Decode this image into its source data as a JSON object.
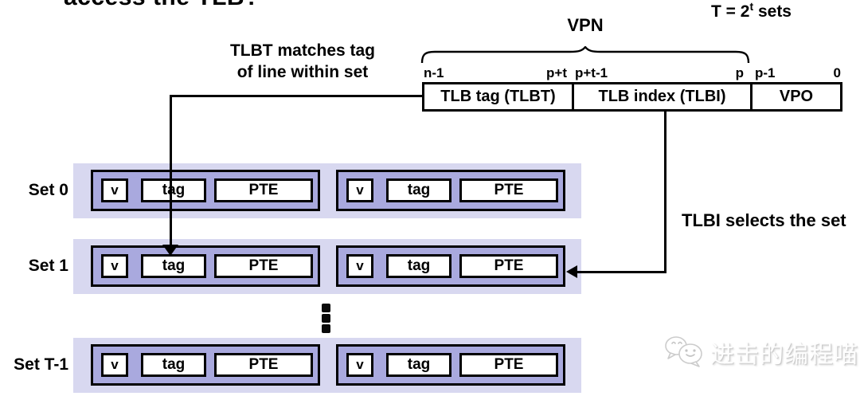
{
  "header": {
    "clipped_title": "access the TLB?",
    "sets_formula": {
      "prefix": "T = 2",
      "sup": "t",
      "suffix": " sets"
    }
  },
  "vpn": {
    "label": "VPN",
    "bit_labels": [
      "n-1",
      "p+t",
      "p+t-1",
      "p",
      "p-1",
      "0"
    ],
    "fields": [
      {
        "label": "TLB tag (TLBT)"
      },
      {
        "label": "TLB index (TLBI)"
      },
      {
        "label": "VPO"
      }
    ]
  },
  "annotations": {
    "tlbt_line1": "TLBT matches tag",
    "tlbt_line2": "of line within set",
    "tlbi": "TLBI selects the set"
  },
  "tlb": {
    "sets": [
      {
        "label": "Set 0"
      },
      {
        "label": "Set 1"
      },
      {
        "label": "Set T-1"
      }
    ],
    "entry": {
      "v": "v",
      "tag": "tag",
      "pte": "PTE"
    },
    "ellipsis": "vertical-dots"
  },
  "watermark": {
    "text": "进击的编程喵"
  },
  "colors": {
    "strip": "#d8d8f0",
    "block": "#a9a9de",
    "line": "#000000",
    "background": "#ffffff"
  }
}
